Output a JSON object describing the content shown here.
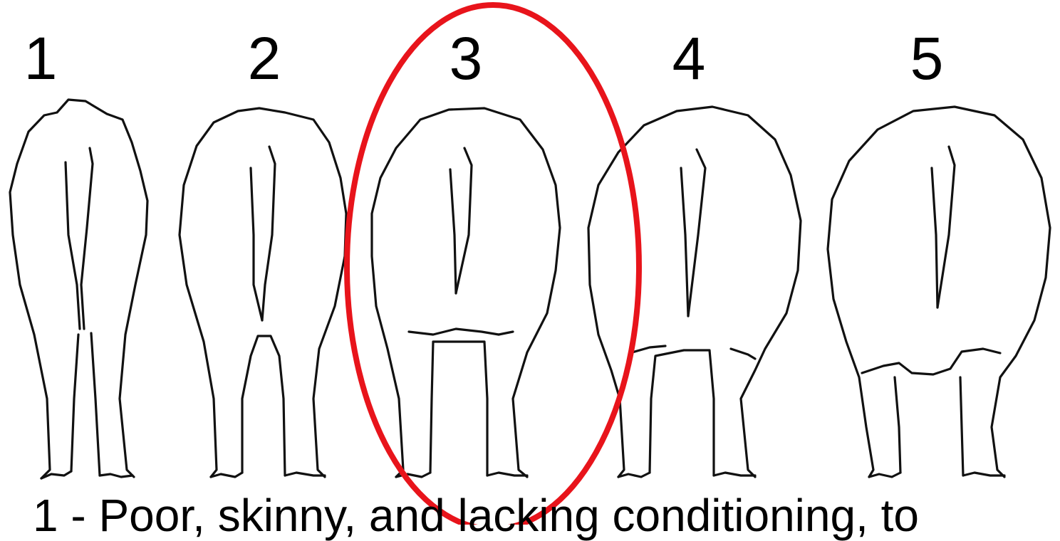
{
  "labels": [
    "1",
    "2",
    "3",
    "4",
    "5"
  ],
  "caption": "1 - Poor, skinny, and lacking conditioning, to",
  "highlight": {
    "selected": "3",
    "color": "#e8141b"
  },
  "icons": [
    "cow-rear-view-icon"
  ]
}
